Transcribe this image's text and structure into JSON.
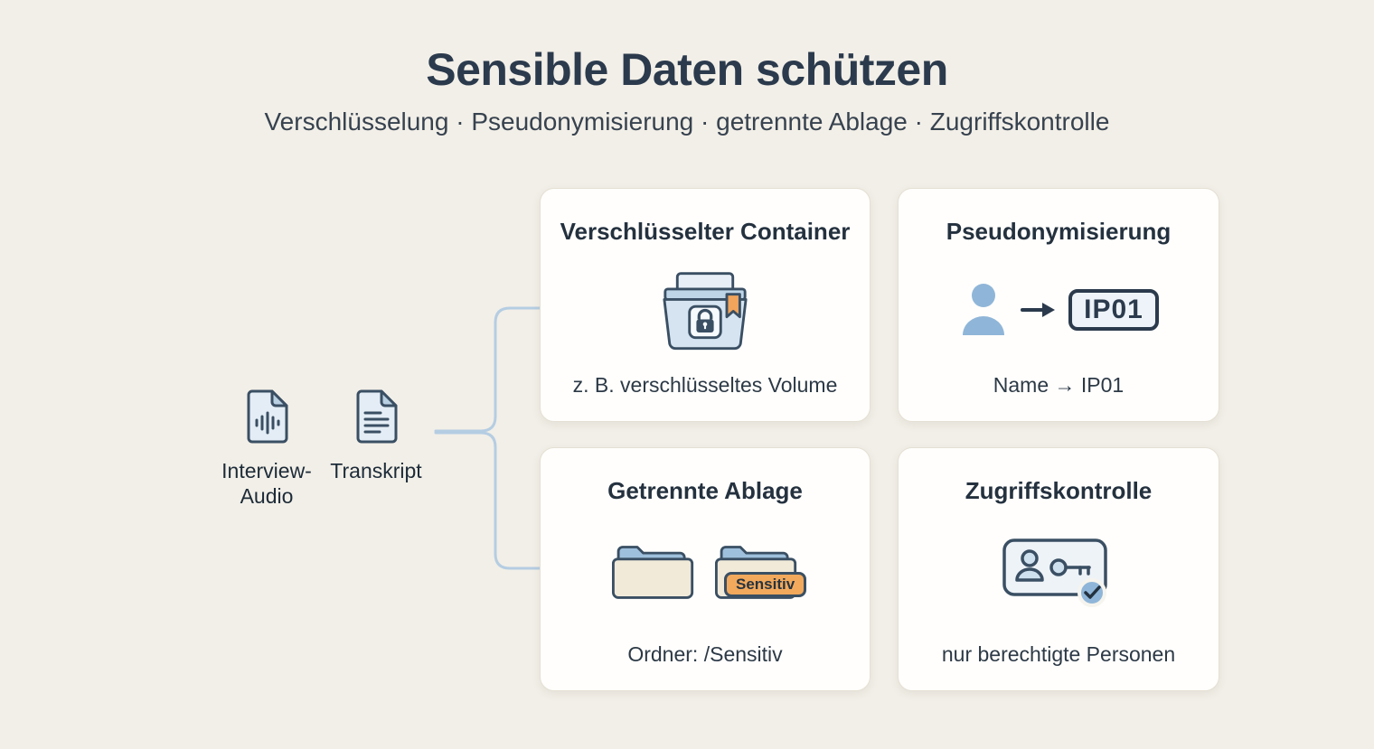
{
  "page": {
    "title": "Sensible Daten schützen",
    "subtitle": "Verschlüsselung · Pseudonymisierung · getrennte Ablage · Zugriffskontrolle"
  },
  "sources": {
    "audio": {
      "label": "Interview-\nAudio",
      "icon": "audio-file-icon"
    },
    "transcript": {
      "label": "Transkript",
      "icon": "document-icon"
    }
  },
  "cards": [
    {
      "title": "Verschlüsselter Container",
      "icon": "encrypted-container-icon",
      "caption": "z. B. verschlüsseltes Volume"
    },
    {
      "title": "Pseudonymisierung",
      "icon": "person-to-code-icon",
      "code": "IP01",
      "caption": "Name → IP01"
    },
    {
      "title": "Getrennte Ablage",
      "icon": "folders-icon",
      "badge": "Sensitiv",
      "caption": "Ordner: /Sensitiv"
    },
    {
      "title": "Zugriffskontrolle",
      "icon": "idcard-key-check-icon",
      "caption": "nur berechtigte Personen"
    }
  ],
  "colors": {
    "background": "#f2efe8",
    "card_background": "#fffefc",
    "ink": "#2b3a4c",
    "icon_stroke": "#3a4f63",
    "icon_fill_light_blue": "#d6e4f1",
    "accent_blue": "#8fb6d8",
    "accent_orange": "#f2a95c",
    "connector_line": "#b5cde2"
  }
}
